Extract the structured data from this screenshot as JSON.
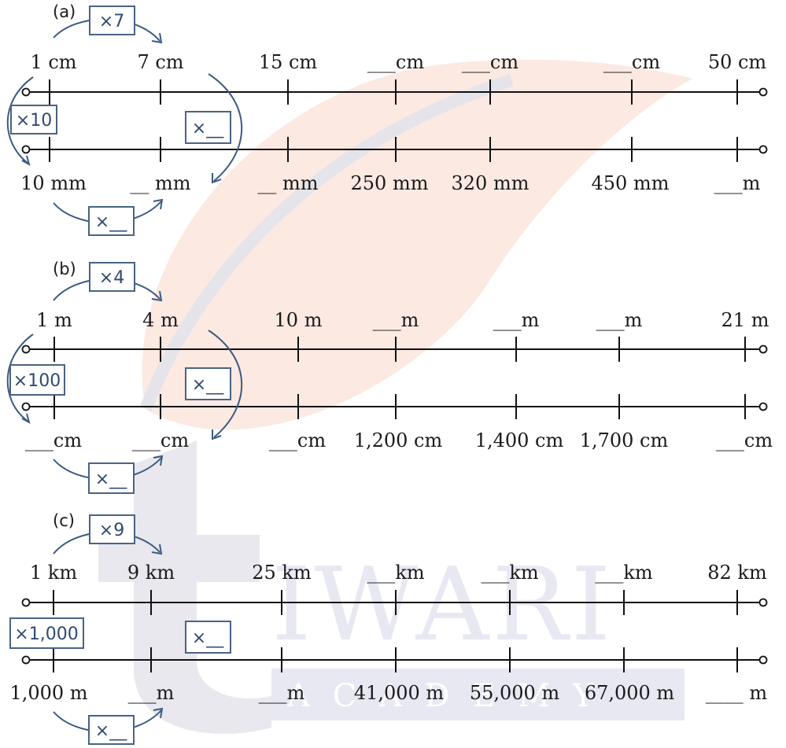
{
  "watermark": {
    "brand": "IWARI",
    "subtitle": "A C A D E M Y",
    "logo_letter": "t"
  },
  "sections": [
    {
      "label": "(a)",
      "top_factor": "×7",
      "left_factor": "×10",
      "mid_factor": "×__",
      "bottom_factor": "×__",
      "top_labels": [
        "1 cm",
        "7 cm",
        "15 cm",
        "___cm",
        "___cm",
        "___cm",
        "50 cm"
      ],
      "bottom_labels": [
        "10 mm",
        "__ mm",
        "__ mm",
        "250 mm",
        "320 mm",
        "450 mm",
        "___m"
      ]
    },
    {
      "label": "(b)",
      "top_factor": "×4",
      "left_factor": "×100",
      "mid_factor": "×__",
      "bottom_factor": "×__",
      "top_labels": [
        "1 m",
        "4 m",
        "10 m",
        "___m",
        "___m",
        "___m",
        "21 m"
      ],
      "bottom_labels": [
        "___cm",
        "___cm",
        "___cm",
        "1,200 cm",
        "1,400 cm",
        "1,700 cm",
        "___cm"
      ]
    },
    {
      "label": "(c)",
      "top_factor": "×9",
      "left_factor": "×1,000",
      "mid_factor": "×__",
      "bottom_factor": "×__",
      "top_labels": [
        "1 km",
        "9 km",
        "25 km",
        "___km",
        "___km",
        "___km",
        "82 km"
      ],
      "bottom_labels": [
        "1,000 m",
        "___m",
        "___m",
        "41,000 m",
        "55,000 m",
        "67,000 m",
        "____ m"
      ]
    }
  ]
}
